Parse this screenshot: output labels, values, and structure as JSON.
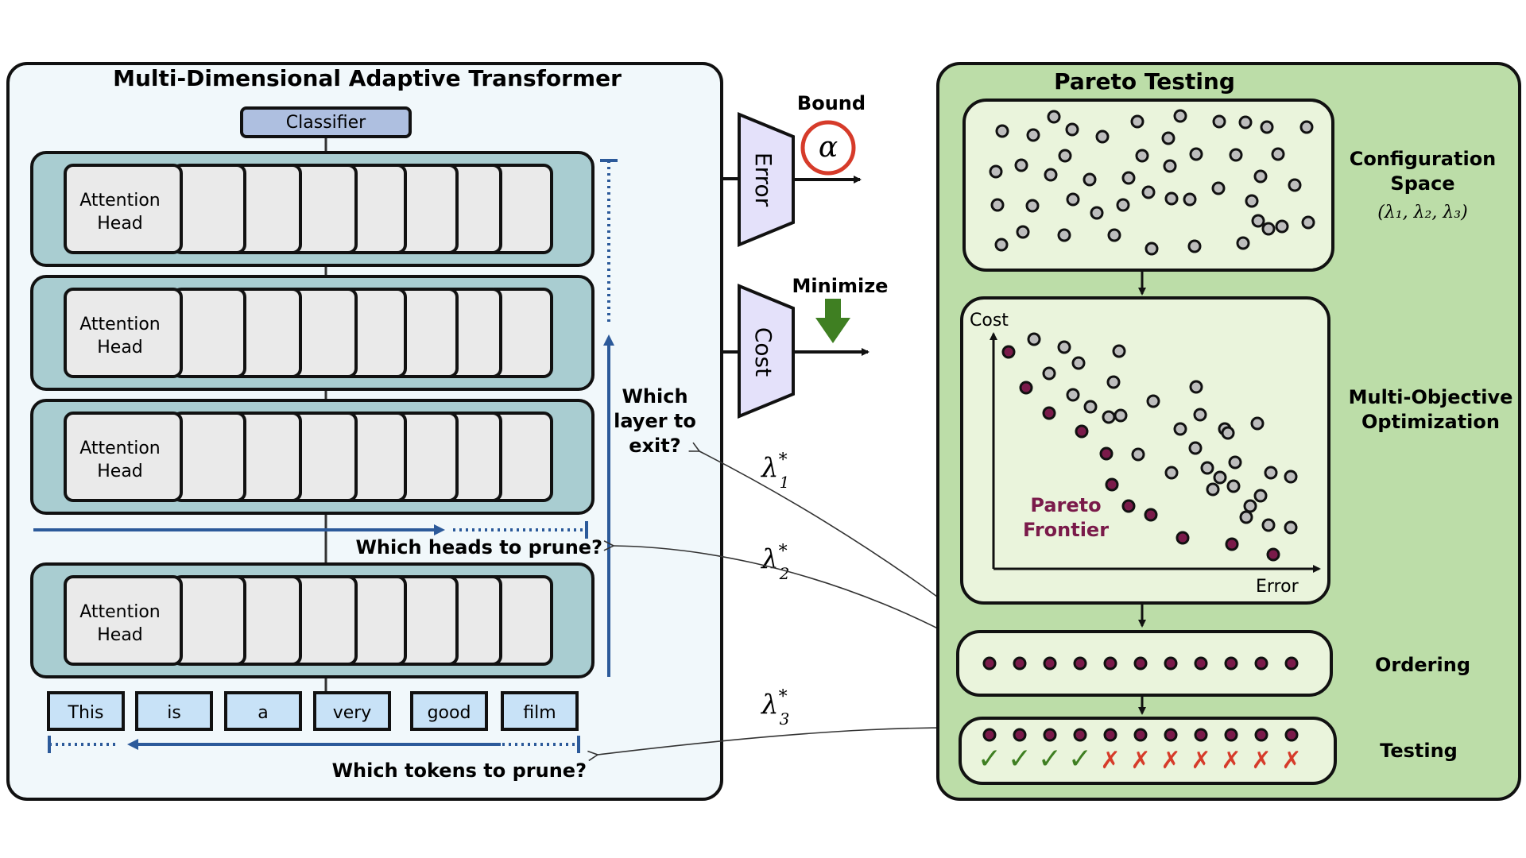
{
  "transformer": {
    "title": "Multi-Dimensional Adaptive Transformer",
    "classifier_label": "Classifier",
    "head_label_line1": "Attention",
    "head_label_line2": "Head",
    "tokens": [
      "This",
      "is",
      "a",
      "very",
      "good",
      "film"
    ],
    "exit_question": [
      "Which",
      "layer to",
      "exit?"
    ],
    "heads_question": "Which heads to prune?",
    "tokens_question": "Which tokens to prune?"
  },
  "objectives": {
    "bound_label": "Bound",
    "alpha_symbol": "α",
    "error_label": "Error",
    "minimize_label": "Minimize",
    "cost_label": "Cost"
  },
  "lambdas": {
    "l1": "λ",
    "l1_sup": "*",
    "l1_sub": "1",
    "l2": "λ",
    "l2_sup": "*",
    "l2_sub": "2",
    "l3": "λ",
    "l3_sup": "*",
    "l3_sub": "3"
  },
  "pareto": {
    "title": "Pareto Testing",
    "config_label_line1": "Configuration",
    "config_label_line2": "Space",
    "config_label_math": "(λ₁, λ₂, λ₃)",
    "moo_label_line1": "Multi-Objective",
    "moo_label_line2": "Optimization",
    "cost_axis": "Cost",
    "error_axis": "Error",
    "frontier_line1": "Pareto",
    "frontier_line2": "Frontier",
    "ordering_label": "Ordering",
    "testing_label": "Testing",
    "test_results": [
      "pass",
      "pass",
      "pass",
      "pass",
      "fail",
      "fail",
      "fail",
      "fail",
      "fail",
      "fail",
      "fail"
    ],
    "check_glyph": "✓",
    "cross_glyph": "✗"
  },
  "colors": {
    "panel_left_bg": "#f1f8fb",
    "layer_fill": "#a9cdd1",
    "head_fill": "#eaeaea",
    "classifier_fill": "#aebfe0",
    "token_fill": "#c8e2f7",
    "pareto_bg": "#bcdda8",
    "pareto_inner": "#eaf4dc",
    "trapezoid_fill": "#e4e1fa",
    "blue": "#2c5a9a",
    "frontier_dot": "#7a1a4a",
    "gray_dot": "#bdbdbd",
    "alpha_ring": "#d63b2a",
    "minimize_arrow": "#3f7f22",
    "check": "#3f7f22",
    "cross": "#d63b2a"
  }
}
